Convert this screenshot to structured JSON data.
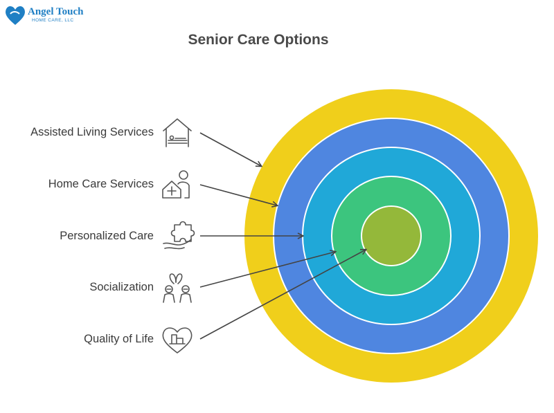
{
  "logo": {
    "name": "Angel Touch",
    "subtitle": "HOME CARE, LLC",
    "color": "#1f7fc4"
  },
  "title": "Senior Care Options",
  "items": [
    {
      "label": "Assisted Living Services",
      "icon": "house-bed-icon"
    },
    {
      "label": "Home Care Services",
      "icon": "home-care-person-icon"
    },
    {
      "label": "Personalized Care",
      "icon": "hand-puzzle-icon"
    },
    {
      "label": "Socialization",
      "icon": "people-socializing-icon"
    },
    {
      "label": "Quality of Life",
      "icon": "heart-buildings-icon"
    }
  ],
  "rings": [
    {
      "color": "#f0cf1b",
      "name": "assisted-living-ring"
    },
    {
      "color": "#4f86e0",
      "name": "home-care-ring"
    },
    {
      "color": "#20a8d8",
      "name": "personalized-care-ring"
    },
    {
      "color": "#3cc57e",
      "name": "socialization-ring"
    },
    {
      "color": "#94b83a",
      "name": "quality-of-life-ring"
    }
  ]
}
